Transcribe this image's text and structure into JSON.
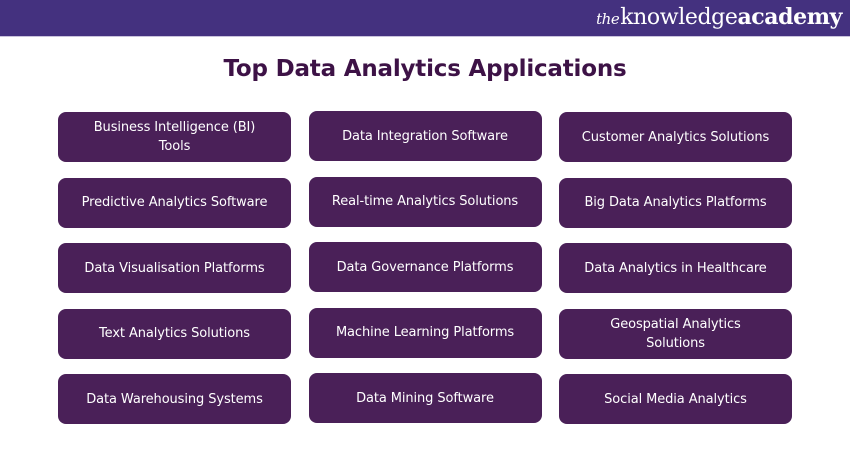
{
  "header": {
    "brand": {
      "prefix": "the",
      "word1": "knowledge",
      "word2": "academy"
    },
    "colors": {
      "bar": "#44317f",
      "text": "#ffffff"
    }
  },
  "title": "Top Data Analytics Applications",
  "colors": {
    "title": "#3d1246",
    "card_background": "#4a2058",
    "card_text": "#ffffff",
    "page_background": "#ffffff"
  },
  "grid": {
    "columns": 3,
    "rows": 5,
    "items": [
      {
        "label": "Business Intelligence (BI) Tools"
      },
      {
        "label": "Data Integration Software"
      },
      {
        "label": "Customer Analytics Solutions"
      },
      {
        "label": "Predictive Analytics Software"
      },
      {
        "label": "Real-time Analytics Solutions"
      },
      {
        "label": "Big Data Analytics Platforms"
      },
      {
        "label": "Data Visualisation Platforms"
      },
      {
        "label": "Data Governance Platforms"
      },
      {
        "label": "Data Analytics in Healthcare"
      },
      {
        "label": "Text Analytics Solutions"
      },
      {
        "label": "Machine Learning Platforms"
      },
      {
        "label": "Geospatial Analytics Solutions"
      },
      {
        "label": "Data Warehousing Systems"
      },
      {
        "label": "Data Mining Software"
      },
      {
        "label": "Social Media Analytics"
      }
    ]
  }
}
